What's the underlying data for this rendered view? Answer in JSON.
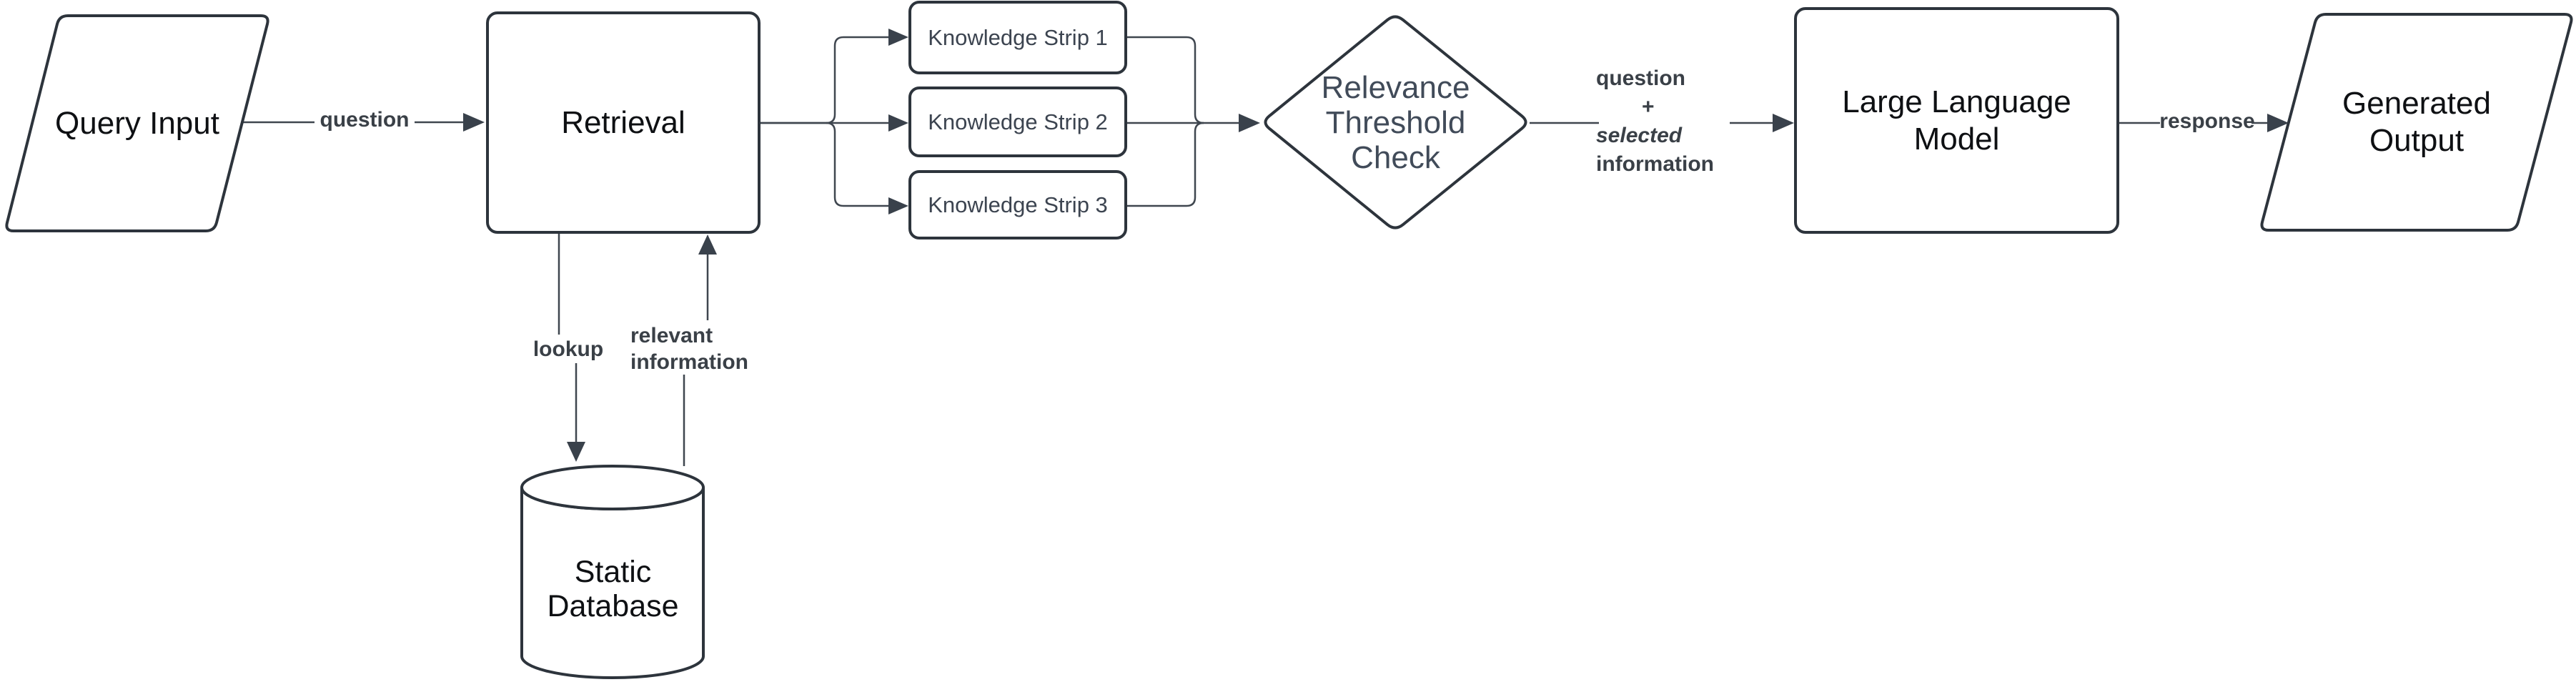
{
  "theme": {
    "background": "#ffffff",
    "shape_fill": "#ffffff",
    "shape_border": "#2d343c",
    "connector": "#3f464f",
    "arrowhead": "#39414b",
    "text_primary": "#0e1013",
    "text_decision": "#414b59",
    "text_strip": "#3c4450",
    "text_label": "#3a4047"
  },
  "nodes": {
    "query_input": {
      "label": "Query Input",
      "shape": "parallelogram"
    },
    "retrieval": {
      "label": "Retrieval",
      "shape": "process-box"
    },
    "strips": [
      {
        "label": "Knowledge Strip 1"
      },
      {
        "label": "Knowledge Strip 2"
      },
      {
        "label": "Knowledge Strip 3"
      }
    ],
    "relevance": {
      "line1": "Relevance",
      "line2": "Threshold",
      "line3": "Check",
      "shape": "decision-diamond"
    },
    "llm": {
      "line1": "Large Language",
      "line2": "Model",
      "shape": "process-box"
    },
    "generated_output": {
      "line1": "Generated",
      "line2": "Output",
      "shape": "parallelogram"
    },
    "static_database": {
      "line1": "Static",
      "line2": "Database",
      "shape": "cylinder"
    }
  },
  "edges": {
    "question": {
      "label": "question"
    },
    "combined": {
      "line1": "question",
      "line2": "+",
      "line3": "selected",
      "line4": "information"
    },
    "response": {
      "label": "response"
    },
    "lookup": {
      "label": "lookup"
    },
    "relevant": {
      "line1": "relevant",
      "line2": "information"
    }
  }
}
